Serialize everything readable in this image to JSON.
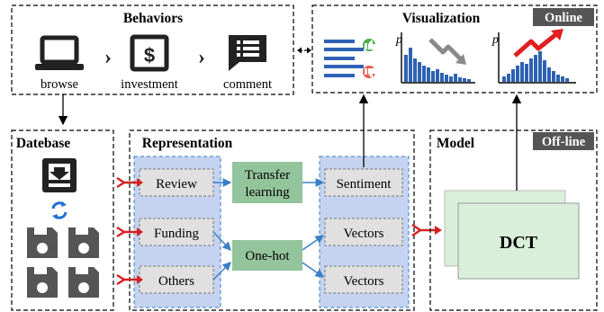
{
  "behaviors": {
    "title": "Behaviors",
    "steps": [
      "browse",
      "investment",
      "comment"
    ]
  },
  "visualization": {
    "title": "Visualization",
    "tag": "Online",
    "axis_label": "p"
  },
  "database": {
    "title": "Datebase"
  },
  "representation": {
    "title": "Representation",
    "inputs": [
      "Review",
      "Funding",
      "Others"
    ],
    "processes": [
      {
        "line1": "Transfer",
        "line2": "learning"
      },
      {
        "line1": "One-hot",
        "line2": ""
      }
    ],
    "outputs": [
      "Sentiment",
      "Vectors",
      "Vectors"
    ]
  },
  "model": {
    "title": "Model",
    "tag": "Off-line",
    "core": "DCT"
  },
  "colors": {
    "blue_panel": "#c5d3f0",
    "green_box": "#93c49b",
    "gray_box": "#e0e0e0",
    "tag_bg": "#555555",
    "arrow_red": "#d62020",
    "arrow_blue": "#3b7fc4",
    "bar_blue": "#2e62b3",
    "model_green": "#d9efd9"
  }
}
